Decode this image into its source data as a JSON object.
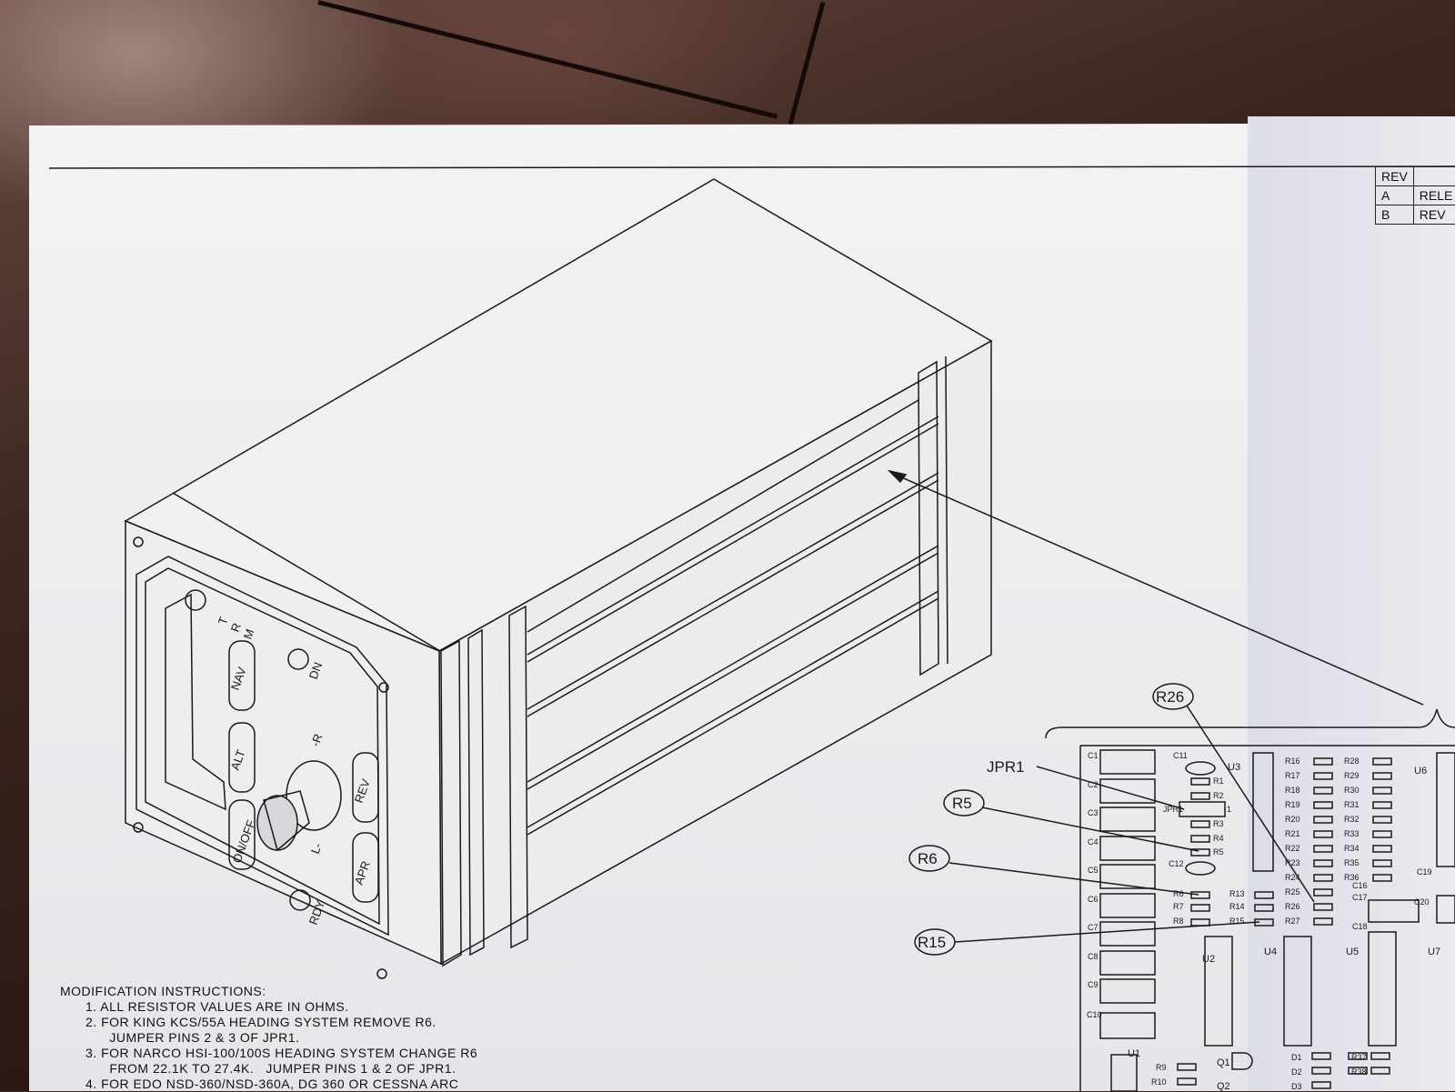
{
  "front_panel": {
    "buttons": [
      "NAV",
      "ALT",
      "ON/OFF",
      "REV",
      "APR"
    ],
    "indicators": [
      "DN",
      "RDY"
    ],
    "knob_labels": [
      "-R",
      "L-"
    ],
    "mode_letters": [
      "T",
      "R",
      "M"
    ]
  },
  "callouts": {
    "jpr1": "JPR1",
    "r5": "R5",
    "r6": "R6",
    "r15": "R15",
    "r26": "R26"
  },
  "board": {
    "caps_left": [
      "C1",
      "C2",
      "C3",
      "C4",
      "C5",
      "C6",
      "C7",
      "C8",
      "C9",
      "C10"
    ],
    "c11": "C11",
    "c12": "C12",
    "c16": "C16",
    "c17": "C17",
    "c18": "C18",
    "c19": "C19",
    "c20": "C20",
    "resistors_col1": [
      "R1",
      "R2",
      "R3",
      "R4",
      "R5"
    ],
    "resistors_mid": [
      "R6",
      "R7",
      "R8"
    ],
    "resistors_mid2": [
      "R13",
      "R14",
      "R15"
    ],
    "resistors_r16": [
      "R16",
      "R17",
      "R18",
      "R19",
      "R20",
      "R21",
      "R22",
      "R23",
      "R24",
      "R25",
      "R26",
      "R27"
    ],
    "resistors_r28": [
      "R28",
      "R29",
      "R30",
      "R31",
      "R32",
      "R33",
      "R34",
      "R35",
      "R36"
    ],
    "chips": {
      "u1": "U1",
      "u2": "U2",
      "u3": "U3",
      "u4": "U4",
      "u5": "U5",
      "u6": "U6",
      "u7": "U7"
    },
    "jpr1_pin": "1",
    "jpr1_chip": "JPR1",
    "bottom": {
      "r9": "R9",
      "r10": "R10",
      "q1": "Q1",
      "q2": "Q2",
      "d1": "D1",
      "d2": "D2",
      "d3": "D3",
      "r37": "R37",
      "r38": "R38"
    }
  },
  "revision_table": {
    "header": "REV",
    "rows": [
      [
        "A",
        "RELE"
      ],
      [
        "B",
        "REV"
      ]
    ]
  },
  "notes": {
    "heading": "MODIFICATION INSTRUCTIONS:",
    "lines": [
      "1.  ALL RESISTOR VALUES ARE IN OHMS.",
      "2.  FOR KING KCS/55A HEADING SYSTEM REMOVE R6.",
      "      JUMPER PINS 2 & 3 OF JPR1.",
      "3.  FOR NARCO HSI-100/100S HEADING SYSTEM CHANGE R6",
      "      FROM 22.1K TO 27.4K.   JUMPER PINS 1 & 2 OF JPR1.",
      "4.  FOR EDO NSD-360/NSD-360A, DG 360 OR CESSNA ARC"
    ]
  }
}
